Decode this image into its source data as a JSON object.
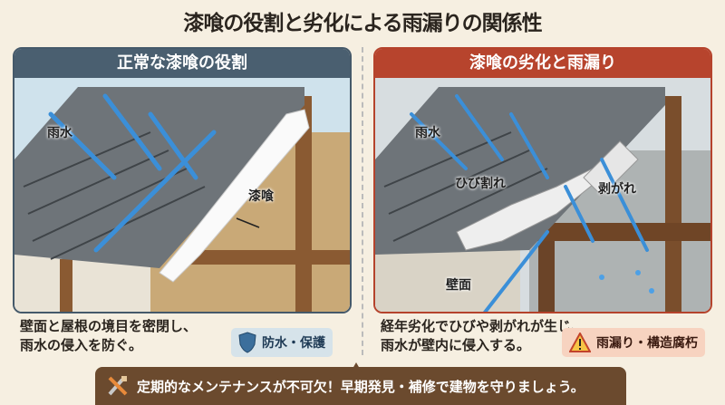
{
  "title": "漆喰の役割と劣化による雨漏りの関係性",
  "left": {
    "header": "正常な漆喰の役割",
    "labels": {
      "rain": "雨水",
      "plaster": "漆喰"
    },
    "description": [
      "壁面と屋根の境目を密閉し、",
      "雨水の侵入を防ぐ。"
    ],
    "badge": "防水・保護"
  },
  "right": {
    "header": "漆喰の劣化と雨漏り",
    "labels": {
      "rain": "雨水",
      "crack": "ひび割れ",
      "peel": "剥がれ",
      "wall": "壁面"
    },
    "description": [
      "経年劣化でひびや剥がれが生じ、",
      "雨水が壁内に侵入する。"
    ],
    "badge": "雨漏り・構造腐朽"
  },
  "banner": "定期的なメンテナンスが不可欠！早期発見・補修で建物を守りましょう。"
}
